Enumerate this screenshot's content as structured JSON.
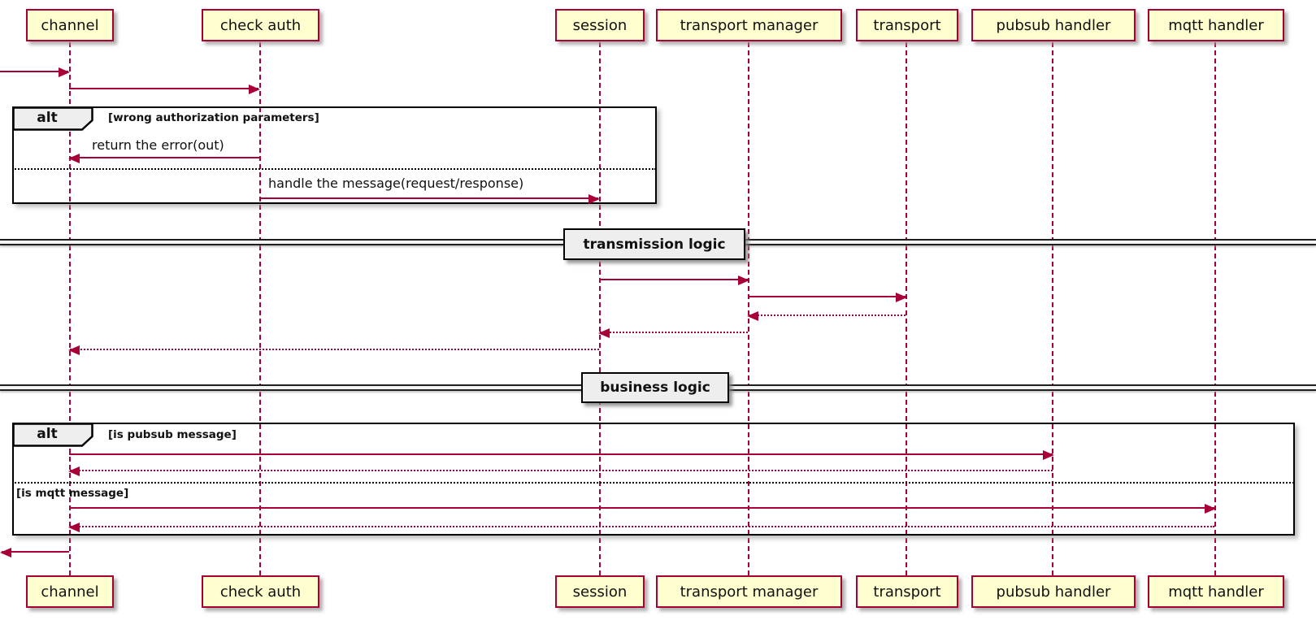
{
  "diagram": {
    "kind": "uml-sequence-diagram",
    "participants": [
      {
        "name": "channel"
      },
      {
        "name": "check auth"
      },
      {
        "name": "session"
      },
      {
        "name": "transport manager"
      },
      {
        "name": "transport"
      },
      {
        "name": "pubsub handler"
      },
      {
        "name": "mqtt handler"
      }
    ],
    "frames": [
      {
        "operator": "alt",
        "guards": [
          "[wrong authorization parameters]",
          ""
        ]
      },
      {
        "operator": "alt",
        "guards": [
          "[is pubsub message]",
          "[is mqtt message]"
        ]
      }
    ],
    "dividers": [
      {
        "label": "transmission logic"
      },
      {
        "label": "business logic"
      }
    ],
    "messages": [
      {
        "from": "[outside]",
        "to": "channel",
        "label": "",
        "line": "solid"
      },
      {
        "from": "channel",
        "to": "check auth",
        "label": "",
        "line": "solid"
      },
      {
        "from": "check auth",
        "to": "channel",
        "label": "return the error(out)",
        "line": "solid"
      },
      {
        "from": "check auth",
        "to": "session",
        "label": "handle the message(request/response)",
        "line": "solid"
      },
      {
        "from": "session",
        "to": "transport manager",
        "label": "",
        "line": "solid"
      },
      {
        "from": "transport manager",
        "to": "transport",
        "label": "",
        "line": "solid"
      },
      {
        "from": "transport",
        "to": "transport manager",
        "label": "",
        "line": "dotted"
      },
      {
        "from": "transport manager",
        "to": "session",
        "label": "",
        "line": "dotted"
      },
      {
        "from": "session",
        "to": "channel",
        "label": "",
        "line": "dotted"
      },
      {
        "from": "channel",
        "to": "pubsub handler",
        "label": "",
        "line": "solid"
      },
      {
        "from": "pubsub handler",
        "to": "channel",
        "label": "",
        "line": "dotted"
      },
      {
        "from": "channel",
        "to": "mqtt handler",
        "label": "",
        "line": "solid"
      },
      {
        "from": "mqtt handler",
        "to": "channel",
        "label": "",
        "line": "dotted"
      },
      {
        "from": "channel",
        "to": "[outside]",
        "label": "",
        "line": "solid"
      }
    ],
    "colors": {
      "accent": "#A80036",
      "participant_fill": "#FEFECE",
      "frame_border": "#000000",
      "label_fill": "#EEEEEE",
      "background": "#FFFFFF"
    }
  }
}
